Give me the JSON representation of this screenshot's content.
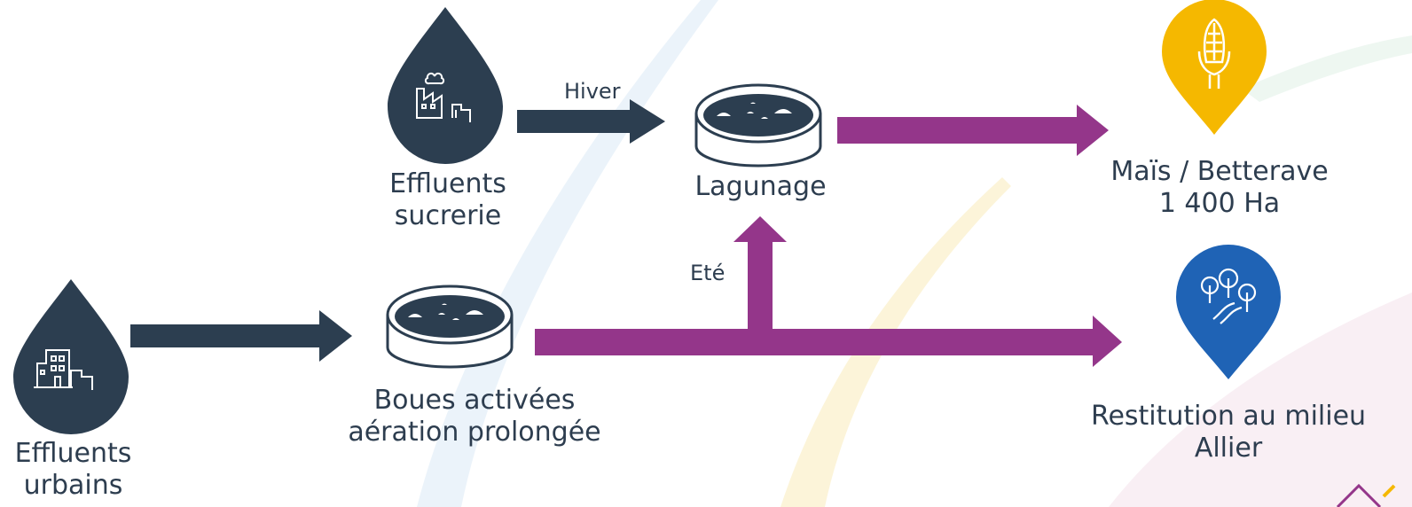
{
  "colors": {
    "dark": "#2c3e50",
    "purple": "#94368a",
    "yellow": "#f5b800",
    "blue": "#1f63b5",
    "deco_blue": "#cfe3f5",
    "deco_yellow": "#fbf0c8",
    "deco_pink": "#f6e6ef"
  },
  "nodes": {
    "effluents_sucrerie": {
      "line1": "Effluents",
      "line2": "sucrerie",
      "icon": "factory-icon"
    },
    "effluents_urbains": {
      "line1": "Effluents",
      "line2": "urbains",
      "icon": "building-icon"
    },
    "lagunage": {
      "label": "Lagunage",
      "icon": "basin-icon"
    },
    "boues_activees": {
      "line1": "Boues activées",
      "line2": "aération prolongée",
      "icon": "basin-icon"
    },
    "mais_betterave": {
      "line1": "Maïs / Betterave",
      "line2": "1 400 Ha",
      "icon": "corn-icon"
    },
    "restitution": {
      "line1": "Restitution au milieu",
      "line2": "Allier",
      "icon": "trees-river-icon"
    }
  },
  "edges": {
    "hiver": "Hiver",
    "ete": "Eté"
  }
}
